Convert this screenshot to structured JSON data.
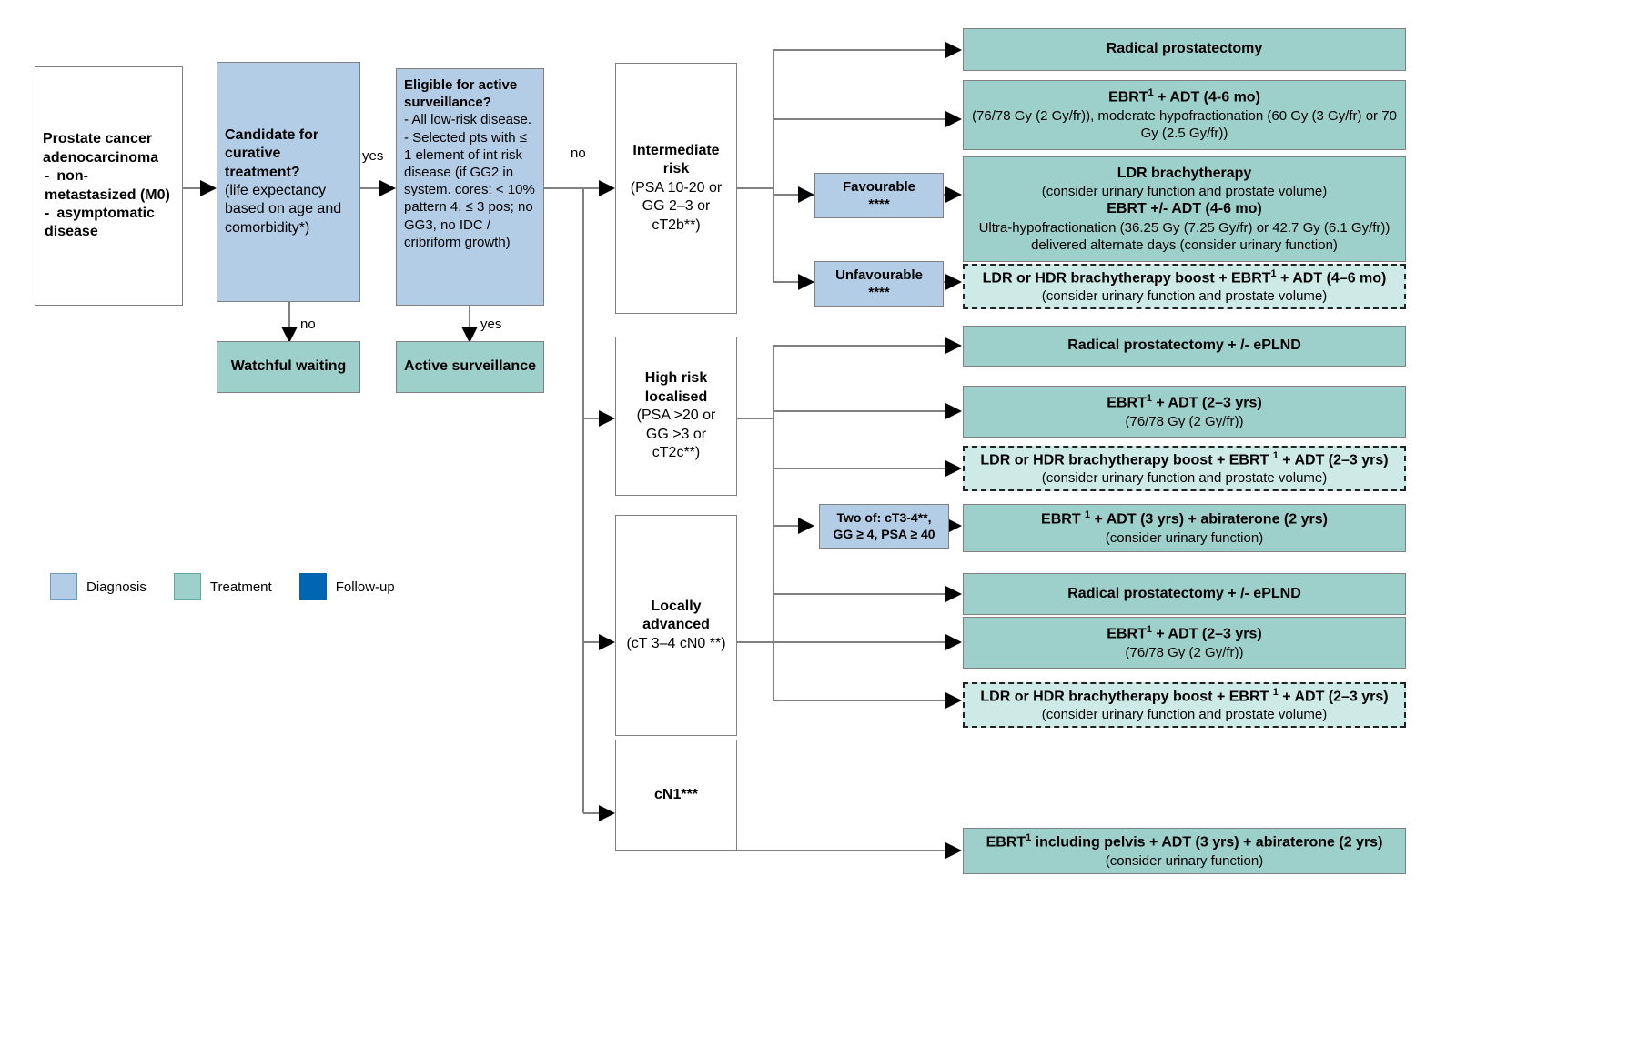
{
  "legend": {
    "items": [
      {
        "label": "Diagnosis",
        "color": "#b4cde6",
        "key": "diagnosis"
      },
      {
        "label": "Treatment",
        "color": "#9ed0cb",
        "key": "treatment"
      },
      {
        "label": "Follow-up",
        "color": "#0066b3",
        "key": "follow-up"
      }
    ]
  },
  "edge_labels": {
    "yes1": "yes",
    "no1": "no",
    "yes2": "yes",
    "no2": "no"
  },
  "nodes": {
    "start": {
      "title": "Prostate cancer adenocarcinoma",
      "bullets": [
        "- non-metastasized (M0)",
        "- asymptomatic disease"
      ],
      "type": "white"
    },
    "candidate": {
      "title": "Candidate for curative treatment?",
      "sub": "(life expectancy based on age and comorbidity*)",
      "type": "diagnosis"
    },
    "eligible_as": {
      "title": "Eligible for active surveillance?",
      "sub": "- All low-risk disease.\n- Selected pts with ≤ 1 element of int risk disease (if GG2 in system. cores: < 10% pattern 4, ≤ 3 pos; no GG3, no IDC / cribriform growth)",
      "type": "diagnosis"
    },
    "watchful": {
      "title": "Watchful waiting",
      "type": "treatment"
    },
    "active_surv": {
      "title": "Active surveillance",
      "type": "treatment"
    },
    "intermediate": {
      "title": "Intermediate risk",
      "sub": "(PSA 10-20 or GG 2–3 or cT2b**)",
      "type": "white"
    },
    "high_risk": {
      "title": "High risk localised",
      "sub": "(PSA >20 or GG >3 or cT2c**)",
      "type": "white"
    },
    "locally_adv": {
      "title": "Locally advanced",
      "sub": "(cT 3–4 cN0 **)",
      "type": "white"
    },
    "cn1": {
      "title": "cN1***",
      "type": "white"
    },
    "favourable": {
      "title": "Favourable",
      "sub": "****",
      "type": "diagnosis"
    },
    "unfavourable": {
      "title": "Unfavourable",
      "sub": "****",
      "type": "diagnosis"
    },
    "two_of": {
      "title": "Two of: cT3-4**, GG ≥ 4, PSA ≥ 40",
      "type": "diagnosis"
    }
  },
  "treatments": {
    "t1": {
      "title": "Radical prostatectomy",
      "lines": [],
      "dashed": false
    },
    "t2": {
      "title": "EBRT¹ + ADT (4-6 mo)",
      "lines": [
        "(76/78 Gy (2 Gy/fr)), moderate hypofractionation (60 Gy (3 Gy/fr)  or 70 Gy (2.5 Gy/fr))"
      ],
      "dashed": false
    },
    "t3": {
      "title": "LDR brachytherapy",
      "lines": [
        "(consider urinary function and prostate volume)"
      ],
      "title2": "EBRT +/- ADT (4-6 mo)",
      "lines2": [
        "Ultra-hypofractionation (36.25 Gy (7.25 Gy/fr) or 42.7 Gy (6.1 Gy/fr)) delivered alternate days (consider urinary function)"
      ],
      "dashed": false
    },
    "t4": {
      "title": "LDR or HDR brachytherapy boost + EBRT¹ + ADT (4–6 mo)",
      "lines": [
        "(consider urinary function and prostate volume)"
      ],
      "dashed": true
    },
    "t5": {
      "title": "Radical prostatectomy + /- ePLND",
      "lines": [],
      "dashed": false
    },
    "t6": {
      "title": "EBRT¹ + ADT (2–3 yrs)",
      "lines": [
        "(76/78 Gy (2 Gy/fr))"
      ],
      "dashed": false
    },
    "t7": {
      "title": "LDR or HDR brachytherapy boost + EBRT ¹ + ADT (2–3 yrs)",
      "lines": [
        "(consider urinary function and prostate volume)"
      ],
      "dashed": true
    },
    "t8": {
      "title": "EBRT ¹ + ADT (3 yrs) + abiraterone (2 yrs)",
      "lines": [
        "(consider urinary function)"
      ],
      "dashed": false
    },
    "t9": {
      "title": "Radical prostatectomy + /- ePLND",
      "lines": [],
      "dashed": false
    },
    "t10": {
      "title": "EBRT¹ + ADT (2–3 yrs)",
      "lines": [
        "(76/78 Gy (2 Gy/fr))"
      ],
      "dashed": false
    },
    "t11": {
      "title": "LDR or HDR brachytherapy boost + EBRT ¹ + ADT (2–3 yrs)",
      "lines": [
        "(consider urinary function and prostate volume)"
      ],
      "dashed": true
    },
    "t12": {
      "title": "EBRT¹ including pelvis + ADT (3 yrs) + abiraterone (2 yrs)",
      "lines": [
        "(consider urinary function)"
      ],
      "dashed": false
    }
  }
}
